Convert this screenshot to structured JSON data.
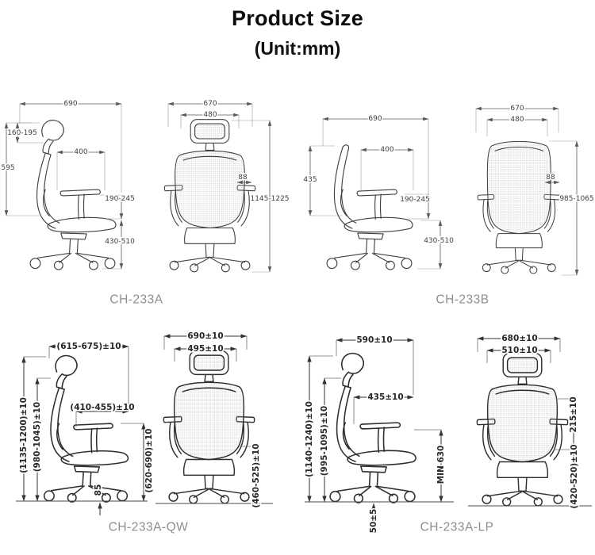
{
  "title": "Product Size",
  "subtitle": "(Unit:mm)",
  "models": {
    "ch233a": {
      "label": "CH-233A",
      "side": {
        "top_width": "690",
        "headrest_height": "160-195",
        "back_height": "595",
        "armrest_depth": "400",
        "armrest_height": "190-245",
        "seat_height": "430-510"
      },
      "back": {
        "outer_width": "670",
        "inner_width": "480",
        "armrest_pad_width": "88",
        "overall_height": "1145-1225"
      }
    },
    "ch233b": {
      "label": "CH-233B",
      "side": {
        "top_width": "690",
        "back_height": "435",
        "armrest_depth": "400",
        "armrest_height": "190-245",
        "seat_height": "430-510"
      },
      "back": {
        "outer_width": "670",
        "inner_width": "480",
        "armrest_pad_width": "88",
        "overall_height": "985-1065"
      }
    },
    "ch233aqw": {
      "label": "CH-233A-QW",
      "side": {
        "top_width": "(615-675)±10",
        "overall_height": "(1135-1200)±10",
        "back_height": "(980-1045)±10",
        "armrest_depth": "(410-455)±10",
        "base_height": "85",
        "armrest_floor_height": "(620-690)±10"
      },
      "back": {
        "outer_width": "690±10",
        "inner_width": "495±10",
        "seat_height": "(460-525)±10"
      }
    },
    "ch233alp": {
      "label": "CH-233A-LP",
      "side": {
        "top_width": "590±10",
        "armrest_depth": "435±10",
        "overall_height": "(1140-1240)±10",
        "back_height": "(995-1095)±10",
        "base_clearance": "50±5",
        "min_height": "MIN 630"
      },
      "back": {
        "outer_width": "680±10",
        "inner_width": "510±10",
        "headrest_height": "215±10",
        "seat_height": "(420-520)±10"
      }
    }
  }
}
